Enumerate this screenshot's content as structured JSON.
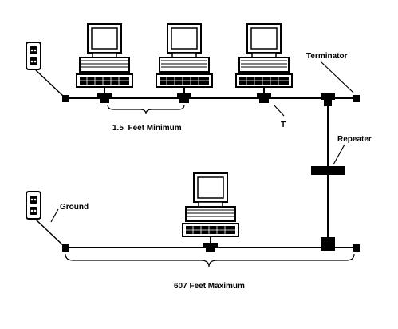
{
  "labels": {
    "terminator": "Terminator",
    "feet_minimum": "1.5  Feet Minimum",
    "t_connector": "T",
    "repeater": "Repeater",
    "ground": "Ground",
    "feet_maximum": "607 Feet Maximum"
  },
  "icons": {
    "outlet": "wall-outlet-icon",
    "computer": "workstation-icon",
    "terminator": "terminator-icon",
    "t_connector": "t-connector-icon",
    "repeater": "repeater-icon"
  },
  "colors": {
    "line": "#000000",
    "background": "#ffffff"
  }
}
